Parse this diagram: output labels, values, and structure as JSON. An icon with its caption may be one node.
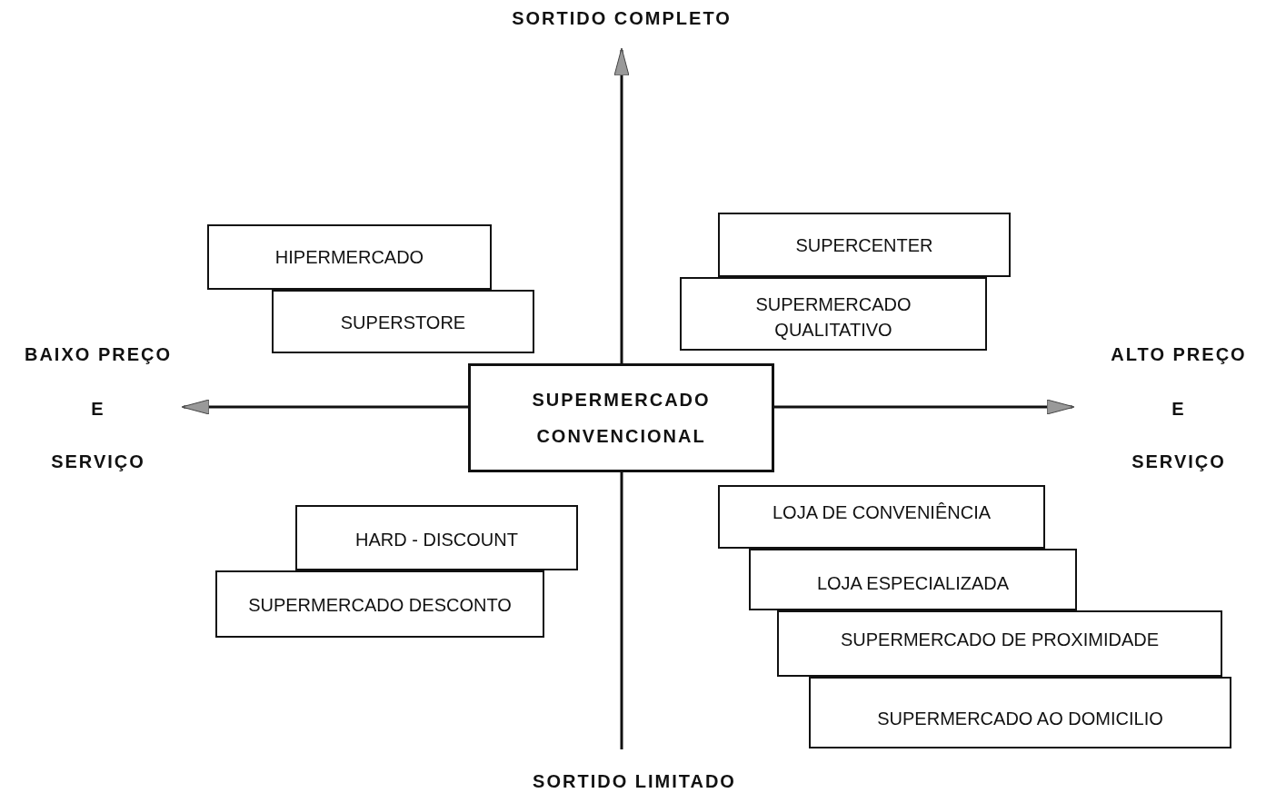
{
  "diagram": {
    "nodes": [
      {
        "text": [
          "HIPERMERCADO"
        ]
      },
      {
        "text": [
          "SUPERCENTER"
        ]
      },
      {
        "text": [
          "SUPERSTORE"
        ]
      },
      {
        "text": [
          "SUPERMERCADO QUALITATIVO"
        ]
      },
      {
        "text": [
          "SUPERMERCADO CONVENCIONAL"
        ]
      },
      {
        "text": [
          "HARD - DISCOUNT"
        ]
      },
      {
        "text": [
          "LOJA DE CONVENIÊNCIA"
        ]
      },
      {
        "text": [
          "LOJA ESPECIALIZADA"
        ]
      },
      {
        "text": [
          "SUPERMERCADO DESCONTO"
        ]
      },
      {
        "text": [
          "SUPERMERCADO DE PROXIMIDADE"
        ]
      },
      {
        "text": [
          "SUPERMERCADO AO DOMICILIO"
        ]
      }
    ],
    "labels": [
      "SORTIDO COMPLETO",
      "BAIXO PREÇO",
      "ALTO PREÇO",
      "E",
      "E",
      "SERVIÇO",
      "SERVIÇO",
      "SORTIDO LIMITADO"
    ]
  }
}
